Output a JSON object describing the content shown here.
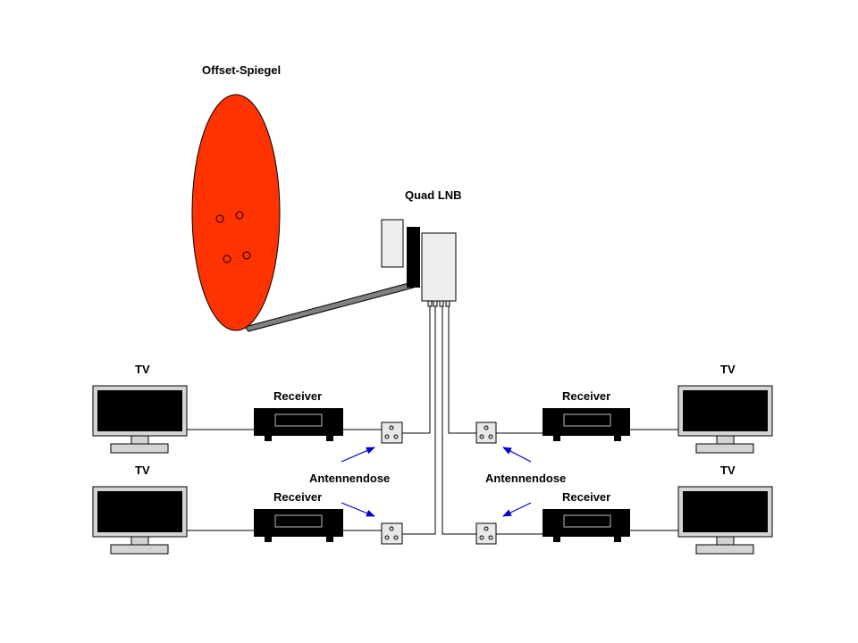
{
  "labels": {
    "dish": "Offset-Spiegel",
    "lnb": "Quad LNB",
    "tv": "TV",
    "receiver": "Receiver",
    "socket": "Antennendose"
  },
  "colors": {
    "dish": "#ff3300",
    "screen": "#000000",
    "tv_frame": "#d4d4d4",
    "lnb_body": "#eeeeee",
    "arm": "#808080",
    "receiver": "#000000",
    "arrow": "#0000cc",
    "cable": "#000000"
  }
}
